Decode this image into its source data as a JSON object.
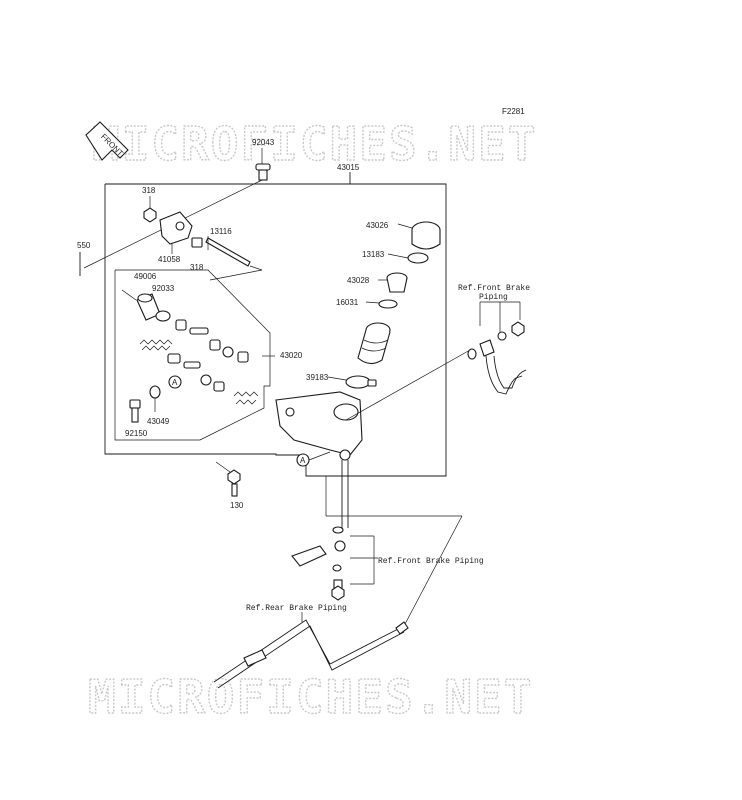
{
  "figure_id": "F2281",
  "watermark": "MICROFICHES.NET",
  "front_arrow_label": "FRONT",
  "callouts": {
    "p92043": "92043",
    "p43015": "43015",
    "p318a": "318",
    "p318b": "318",
    "p550": "550",
    "p41058": "41058",
    "p13116": "13116",
    "p43026": "43026",
    "p13183": "13183",
    "p43028": "43028",
    "p16031": "16031",
    "p49006": "49006",
    "p92033": "92033",
    "p43020": "43020",
    "p39183": "39183",
    "p43049": "43049",
    "p92150": "92150",
    "p130": "130",
    "markA1": "A",
    "markA2": "A"
  },
  "references": {
    "front_brake_top_line1": "Ref.Front Brake",
    "front_brake_top_line2": "Piping",
    "front_brake_mid": "Ref.Front Brake Piping",
    "rear_brake": "Ref.Rear Brake Piping"
  }
}
